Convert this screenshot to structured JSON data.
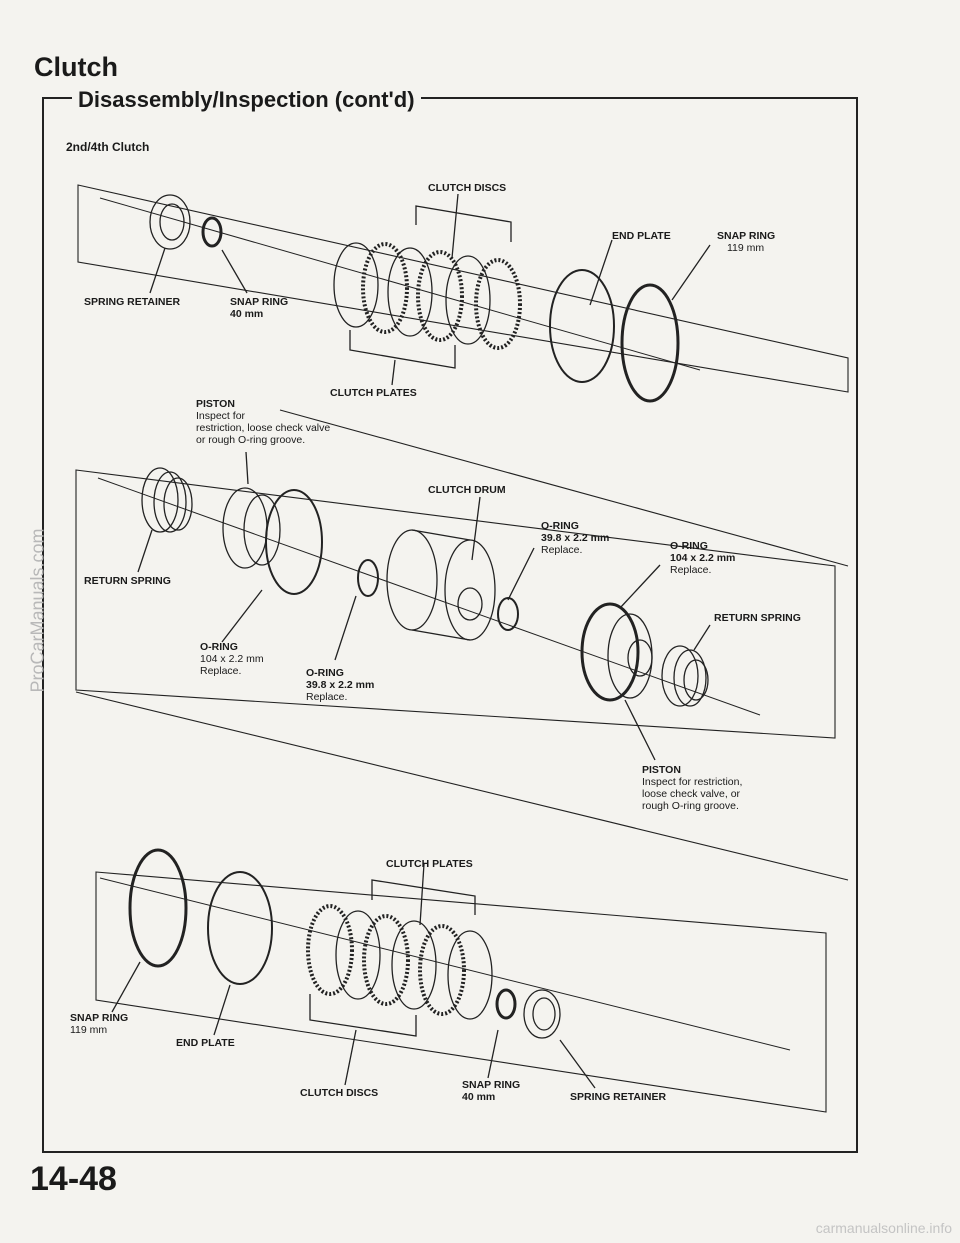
{
  "header": {
    "title": "Clutch",
    "section": "Disassembly/Inspection (cont'd)"
  },
  "subtitle": "2nd/4th Clutch",
  "labels": {
    "clutch_discs_top": "CLUTCH DISCS",
    "end_plate_top": "END PLATE",
    "snap_ring_top": "SNAP RING",
    "snap_ring_top_size": "119 mm",
    "spring_retainer_top": "SPRING RETAINER",
    "snap_ring_small_top": "SNAP RING",
    "snap_ring_small_top_size": "40 mm",
    "clutch_plates_top": "CLUTCH PLATES",
    "piston_top": "PISTON",
    "piston_top_note": [
      "Inspect for",
      "restriction, loose check valve",
      "or  rough O-ring groove."
    ],
    "clutch_drum": "CLUTCH DRUM",
    "oring_a": "O-RING",
    "oring_a_size": "39.8 x 2.2 mm",
    "oring_a_note": "Replace.",
    "oring_b": "O-RING",
    "oring_b_size": "104 x 2.2 mm",
    "oring_b_note": "Replace.",
    "return_spring_left": "RETURN SPRING",
    "return_spring_right": "RETURN SPRING",
    "oring_c": "O-RING",
    "oring_c_size": "104 x 2.2 mm",
    "oring_c_note": "Replace.",
    "oring_d": "O-RING",
    "oring_d_size": "39.8 x 2.2 mm",
    "oring_d_note": "Replace.",
    "piston_bottom": "PISTON",
    "piston_bottom_note": [
      "Inspect for restriction,",
      "loose check valve, or",
      "rough O-ring groove."
    ],
    "clutch_plates_bottom": "CLUTCH PLATES",
    "snap_ring_bottom": "SNAP RING",
    "snap_ring_bottom_size": "119 mm",
    "end_plate_bottom": "END PLATE",
    "clutch_discs_bottom": "CLUTCH DISCS",
    "snap_ring_small_bottom": "SNAP RING",
    "snap_ring_small_bottom_size": "40 mm",
    "spring_retainer_bottom": "SPRING RETAINER"
  },
  "page_number": "14-48",
  "watermark_side": "ProCarManuals.com",
  "watermark_footer": "carmanualsonline.info"
}
